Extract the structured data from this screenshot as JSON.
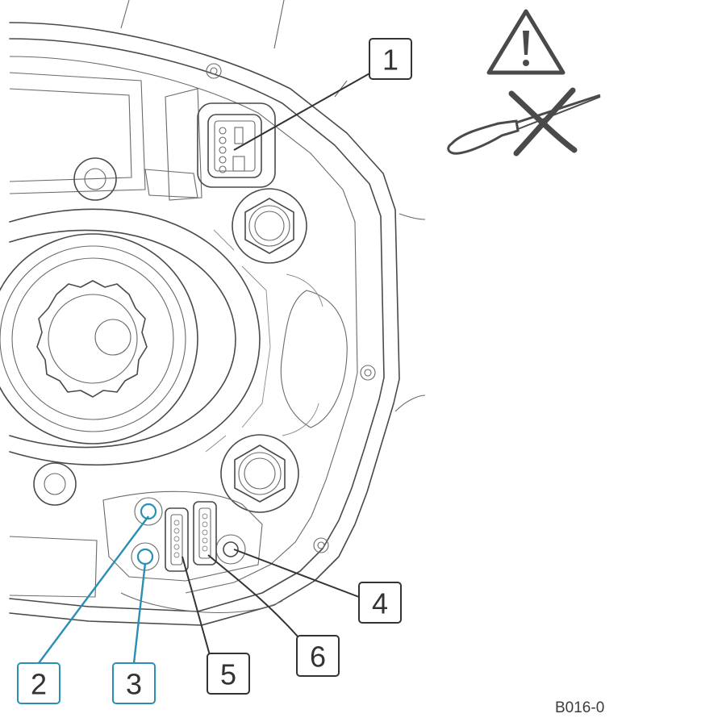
{
  "figure": {
    "reference_code": "B016-0",
    "colors": {
      "line": "#4a4a4a",
      "callout_gray": "#333333",
      "callout_blue": "#2a8fb4",
      "highlight_blue": "#2a8fb4"
    },
    "icons": [
      "warning-triangle-icon",
      "no-screwdriver-icon"
    ],
    "callouts": [
      {
        "label": "1",
        "color": "gray"
      },
      {
        "label": "2",
        "color": "blue"
      },
      {
        "label": "3",
        "color": "blue"
      },
      {
        "label": "4",
        "color": "gray"
      },
      {
        "label": "5",
        "color": "gray"
      },
      {
        "label": "6",
        "color": "gray"
      }
    ]
  }
}
